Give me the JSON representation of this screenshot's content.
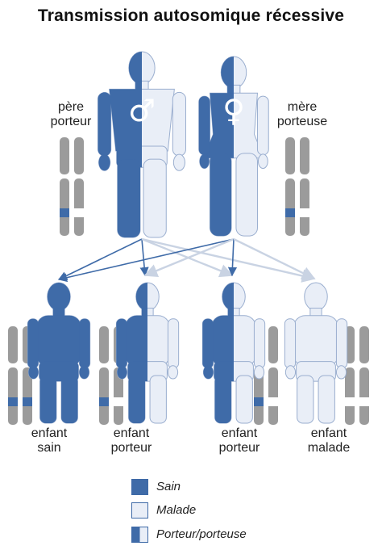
{
  "title": "Transmission autosomique récessive",
  "colors": {
    "sain": "#3f6ba8",
    "malade": "#e9eef7",
    "outline": "#9aaecf",
    "chromosome": "#9b9b9b",
    "carrier_arrow": "#3f6ba8",
    "affected_arrow": "#c9d3e3"
  },
  "parents": [
    {
      "label_line1": "père",
      "label_line2": "porteur",
      "symbol": "♂",
      "symbol_name": "male-symbol-icon",
      "status": "porteur"
    },
    {
      "label_line1": "mère",
      "label_line2": "porteuse",
      "symbol": "♀",
      "symbol_name": "female-symbol-icon",
      "status": "porteur"
    }
  ],
  "children": [
    {
      "label_line1": "enfant",
      "label_line2": "sain",
      "status": "sain"
    },
    {
      "label_line1": "enfant",
      "label_line2": "porteur",
      "status": "porteur"
    },
    {
      "label_line1": "enfant",
      "label_line2": "porteur",
      "status": "porteur"
    },
    {
      "label_line1": "enfant",
      "label_line2": "malade",
      "status": "malade"
    }
  ],
  "legend": [
    {
      "label": "Sain",
      "status": "sain"
    },
    {
      "label": "Malade",
      "status": "malade"
    },
    {
      "label": "Porteur/porteuse",
      "status": "porteur"
    }
  ]
}
